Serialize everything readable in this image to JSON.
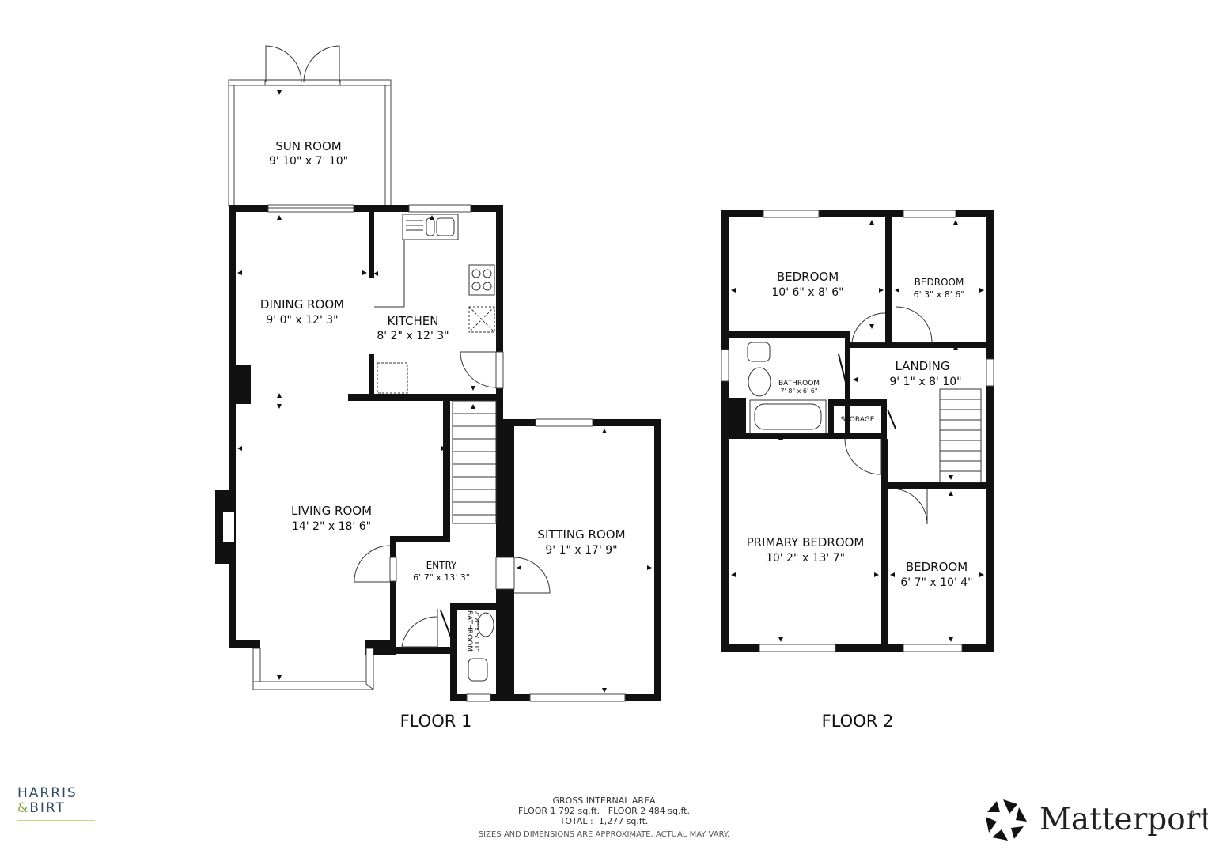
{
  "rooms": {
    "sun_room": {
      "name": "SUN ROOM",
      "dims": "9' 10\" x 7' 10\""
    },
    "dining_room": {
      "name": "DINING ROOM",
      "dims": "9' 0\" x 12' 3\""
    },
    "kitchen": {
      "name": "KITCHEN",
      "dims": "8' 2\" x 12' 3\""
    },
    "living_room": {
      "name": "LIVING ROOM",
      "dims": "14' 2\" x 18' 6\""
    },
    "entry": {
      "name": "ENTRY",
      "dims": "6' 7\" x 13' 3\""
    },
    "bathroom_f1": {
      "name": "BATHROOM",
      "dims": "2' 8\" x 5' 11\""
    },
    "sitting_room": {
      "name": "SITTING ROOM",
      "dims": "9' 1\" x 17' 9\""
    },
    "bedroom_1": {
      "name": "BEDROOM",
      "dims": "10' 6\" x 8' 6\""
    },
    "bedroom_2": {
      "name": "BEDROOM",
      "dims": "6' 3\" x 8' 6\""
    },
    "bathroom_f2": {
      "name": "BATHROOM",
      "dims": "7' 8\" x 6' 6\""
    },
    "landing": {
      "name": "LANDING",
      "dims": "9' 1\" x 8' 10\""
    },
    "storage": {
      "name": "STORAGE"
    },
    "primary_bedroom": {
      "name": "PRIMARY BEDROOM",
      "dims": "10' 2\" x 13' 7\""
    },
    "bedroom_3": {
      "name": "BEDROOM",
      "dims": "6' 7\" x 10' 4\""
    }
  },
  "floors": {
    "floor1": "FLOOR 1",
    "floor2": "FLOOR 2"
  },
  "footer": {
    "line1": "GROSS INTERNAL AREA",
    "line2": "FLOOR 1 792 sq.ft.   FLOOR 2 484 sq.ft.",
    "line3": "TOTAL :  1,277 sq.ft.",
    "line4": "SIZES AND DIMENSIONS ARE APPROXIMATE, ACTUAL MAY VARY."
  },
  "branding": {
    "agent_line1": "HARRIS",
    "agent_amp": "&",
    "agent_line2": "BIRT",
    "agent_color": "#2f4a63",
    "agent_accent": "#8aa23a",
    "matterport": "Matterport",
    "matterport_reg": "®"
  }
}
